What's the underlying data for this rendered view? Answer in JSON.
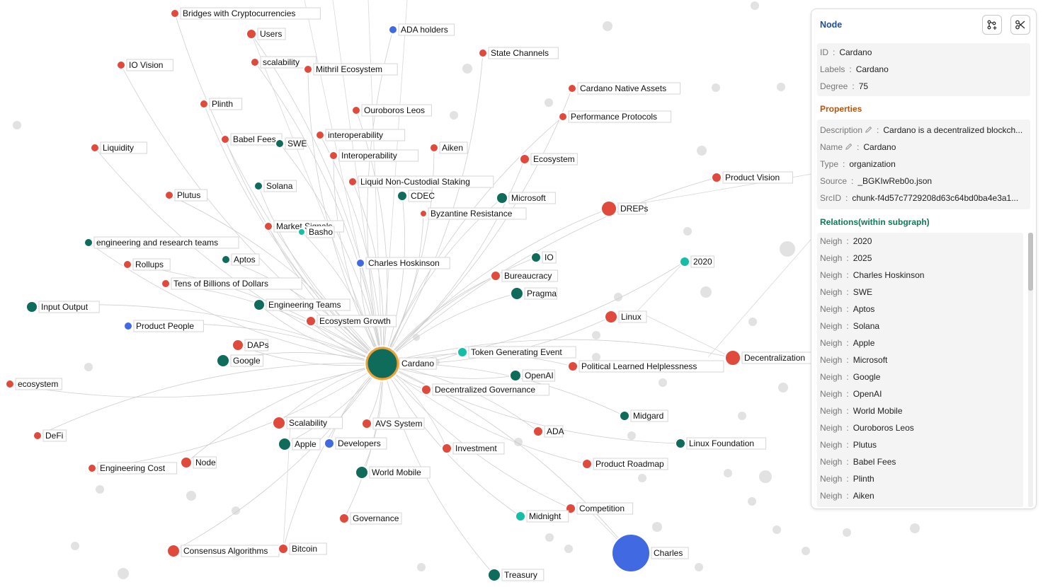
{
  "colors": {
    "organization": "#0f6b5a",
    "concept": "#e04a3c",
    "person": "#4169e1",
    "event": "#14bfa6",
    "grey": "#e2e2e2",
    "selected_ring": "#f0a030"
  },
  "graph": {
    "nodes": [
      {
        "id": "Cardano",
        "label": "Cardano",
        "type": "organization",
        "selected": true
      },
      {
        "id": "n1",
        "label": "Bridges with Cryptocurrencies",
        "type": "concept"
      },
      {
        "id": "n2",
        "label": "Users",
        "type": "concept"
      },
      {
        "id": "n3",
        "label": "ADA holders",
        "type": "person"
      },
      {
        "id": "n4",
        "label": "State Channels",
        "type": "concept"
      },
      {
        "id": "n5",
        "label": "IO Vision",
        "type": "concept"
      },
      {
        "id": "n6",
        "label": "scalability",
        "type": "concept"
      },
      {
        "id": "n7",
        "label": "Mithril Ecosystem",
        "type": "concept"
      },
      {
        "id": "n8",
        "label": "Cardano Native Assets",
        "type": "concept"
      },
      {
        "id": "n9",
        "label": "Plinth",
        "type": "concept"
      },
      {
        "id": "n10",
        "label": "Ouroboros Leos",
        "type": "concept"
      },
      {
        "id": "n11",
        "label": "Performance Protocols",
        "type": "concept"
      },
      {
        "id": "n12",
        "label": "interoperability",
        "type": "concept"
      },
      {
        "id": "n13",
        "label": "Babel Fees",
        "type": "concept"
      },
      {
        "id": "n14",
        "label": "SWE",
        "type": "organization"
      },
      {
        "id": "n15",
        "label": "Liquidity",
        "type": "concept"
      },
      {
        "id": "n16",
        "label": "Aiken",
        "type": "concept"
      },
      {
        "id": "n17",
        "label": "Interoperability",
        "type": "concept"
      },
      {
        "id": "n18",
        "label": "Ecosystem",
        "type": "concept"
      },
      {
        "id": "n19",
        "label": "Product Vision",
        "type": "concept"
      },
      {
        "id": "n20",
        "label": "Liquid Non-Custodial Staking",
        "type": "concept"
      },
      {
        "id": "n21",
        "label": "Solana",
        "type": "organization"
      },
      {
        "id": "n22",
        "label": "CDEC",
        "type": "organization"
      },
      {
        "id": "n23",
        "label": "Microsoft",
        "type": "organization"
      },
      {
        "id": "n24",
        "label": "Plutus",
        "type": "concept"
      },
      {
        "id": "n25",
        "label": "DREPs",
        "type": "concept"
      },
      {
        "id": "n26",
        "label": "Byzantine Resistance",
        "type": "concept"
      },
      {
        "id": "n27",
        "label": "Market Signals",
        "type": "concept"
      },
      {
        "id": "n28",
        "label": "Basho",
        "type": "event"
      },
      {
        "id": "n29",
        "label": "engineering and research teams",
        "type": "organization"
      },
      {
        "id": "n30",
        "label": "Aptos",
        "type": "organization"
      },
      {
        "id": "n31",
        "label": "IO",
        "type": "organization"
      },
      {
        "id": "n32",
        "label": "2020",
        "type": "event"
      },
      {
        "id": "n33",
        "label": "Charles Hoskinson",
        "type": "person"
      },
      {
        "id": "n34",
        "label": "Rollups",
        "type": "concept"
      },
      {
        "id": "n35",
        "label": "Bureaucracy",
        "type": "concept"
      },
      {
        "id": "n36",
        "label": "Tens of Billions of Dollars",
        "type": "concept"
      },
      {
        "id": "n37",
        "label": "Pragma",
        "type": "organization"
      },
      {
        "id": "n38",
        "label": "Input Output",
        "type": "organization"
      },
      {
        "id": "n39",
        "label": "Engineering Teams",
        "type": "organization"
      },
      {
        "id": "n40",
        "label": "Linux",
        "type": "concept"
      },
      {
        "id": "n41",
        "label": "Ecosystem Growth",
        "type": "concept"
      },
      {
        "id": "n42",
        "label": "Product People",
        "type": "person"
      },
      {
        "id": "n43",
        "label": "DAPs",
        "type": "concept"
      },
      {
        "id": "n44",
        "label": "Token Generating Event",
        "type": "event"
      },
      {
        "id": "n45",
        "label": "Decentralization",
        "type": "concept"
      },
      {
        "id": "n46",
        "label": "Google",
        "type": "organization"
      },
      {
        "id": "n47",
        "label": "Political Learned Helplessness",
        "type": "concept"
      },
      {
        "id": "n48",
        "label": "OpenAI",
        "type": "organization"
      },
      {
        "id": "n49",
        "label": "ecosystem",
        "type": "concept"
      },
      {
        "id": "n50",
        "label": "Decentralized Governance",
        "type": "concept"
      },
      {
        "id": "n51",
        "label": "Midgard",
        "type": "organization"
      },
      {
        "id": "n52",
        "label": "Scalability",
        "type": "concept"
      },
      {
        "id": "n53",
        "label": "AVS System",
        "type": "concept"
      },
      {
        "id": "n54",
        "label": "DeFi",
        "type": "concept"
      },
      {
        "id": "n55",
        "label": "ADA",
        "type": "concept"
      },
      {
        "id": "n56",
        "label": "Linux Foundation",
        "type": "organization"
      },
      {
        "id": "n57",
        "label": "Apple",
        "type": "organization"
      },
      {
        "id": "n58",
        "label": "Developers",
        "type": "person"
      },
      {
        "id": "n59",
        "label": "Investment",
        "type": "concept"
      },
      {
        "id": "n60",
        "label": "Node",
        "type": "concept"
      },
      {
        "id": "n61",
        "label": "Engineering Cost",
        "type": "concept"
      },
      {
        "id": "n62",
        "label": "Product Roadmap",
        "type": "concept"
      },
      {
        "id": "n63",
        "label": "World Mobile",
        "type": "organization"
      },
      {
        "id": "n64",
        "label": "Competition",
        "type": "concept"
      },
      {
        "id": "n65",
        "label": "Governance",
        "type": "concept"
      },
      {
        "id": "n66",
        "label": "Midnight",
        "type": "event"
      },
      {
        "id": "n67",
        "label": "Consensus Algorithms",
        "type": "concept"
      },
      {
        "id": "n68",
        "label": "Bitcoin",
        "type": "concept"
      },
      {
        "id": "n69",
        "label": "Charles",
        "type": "person"
      },
      {
        "id": "n70",
        "label": "Treasury",
        "type": "organization"
      }
    ]
  },
  "panel": {
    "title": "Node",
    "expand_icon": "expand-graph-icon",
    "prune_icon": "scissors-icon",
    "info": [
      {
        "key": "ID",
        "value": "Cardano"
      },
      {
        "key": "Labels",
        "value": "Cardano"
      },
      {
        "key": "Degree",
        "value": "75"
      }
    ],
    "properties_title": "Properties",
    "properties": [
      {
        "key": "Description",
        "value": "Cardano is a decentralized blockch...",
        "editable": true
      },
      {
        "key": "Name",
        "value": "Cardano",
        "editable": true
      },
      {
        "key": "Type",
        "value": "organization",
        "editable": false
      },
      {
        "key": "Source",
        "value": "_BGKIwReb0o.json",
        "editable": false
      },
      {
        "key": "SrcID",
        "value": "chunk-f4d57c7729208d63c64bd0ba4e3a1...",
        "editable": false
      }
    ],
    "relations_title": "Relations(within subgraph)",
    "relations": [
      {
        "key": "Neigh",
        "value": "2020"
      },
      {
        "key": "Neigh",
        "value": "2025"
      },
      {
        "key": "Neigh",
        "value": "Charles Hoskinson"
      },
      {
        "key": "Neigh",
        "value": "SWE"
      },
      {
        "key": "Neigh",
        "value": "Aptos"
      },
      {
        "key": "Neigh",
        "value": "Solana"
      },
      {
        "key": "Neigh",
        "value": "Apple"
      },
      {
        "key": "Neigh",
        "value": "Microsoft"
      },
      {
        "key": "Neigh",
        "value": "Google"
      },
      {
        "key": "Neigh",
        "value": "OpenAI"
      },
      {
        "key": "Neigh",
        "value": "World Mobile"
      },
      {
        "key": "Neigh",
        "value": "Ouroboros Leos"
      },
      {
        "key": "Neigh",
        "value": "Plutus"
      },
      {
        "key": "Neigh",
        "value": "Babel Fees"
      },
      {
        "key": "Neigh",
        "value": "Plinth"
      },
      {
        "key": "Neigh",
        "value": "Aiken"
      }
    ]
  }
}
